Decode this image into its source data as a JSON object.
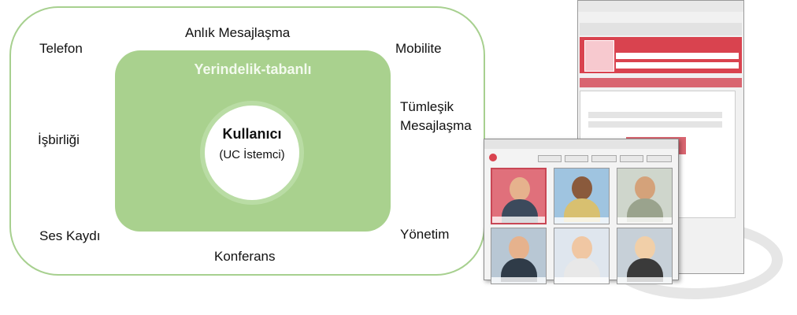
{
  "diagram": {
    "inner_title": "Yerindelik-tabanlı",
    "center_title": "Kullanıcı",
    "center_subtitle": "(UC İstemci)",
    "labels": {
      "telefon": "Telefon",
      "anlik": "Anlık Mesajlaşma",
      "mobilite": "Mobilite",
      "tumlesik_1": "Tümleşik",
      "tumlesik_2": "Mesajlaşma",
      "isbirligi": "İşbirliği",
      "ses_kaydi": "Ses Kaydı",
      "konferans": "Konferans",
      "yonetim": "Yönetim"
    }
  },
  "colors": {
    "outer_border": "#a7d08f",
    "inner_fill": "#a9d18e",
    "accent_red": "#d9434f"
  },
  "icons": [
    "user-avatar-icon",
    "person-photo"
  ]
}
